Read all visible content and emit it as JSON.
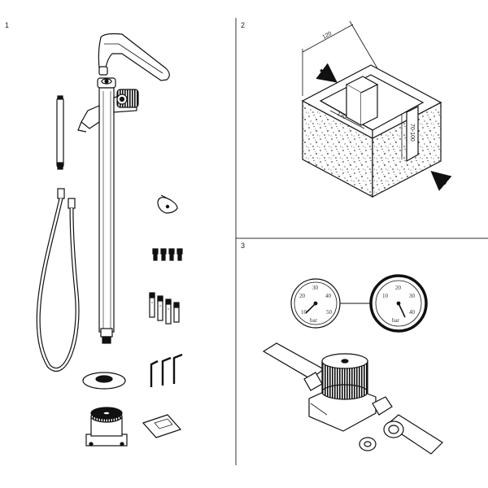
{
  "panels": [
    {
      "number": "1"
    },
    {
      "number": "2"
    },
    {
      "number": "3"
    }
  ],
  "installation_box": {
    "width_dim": "120",
    "length_dim": "130",
    "depth_dim": "70-100"
  },
  "gauges": {
    "left": {
      "ticks": [
        "10",
        "20",
        "30",
        "40",
        "50"
      ],
      "unit": "bar"
    },
    "right": {
      "ticks": [
        "10",
        "20",
        "30",
        "40"
      ],
      "unit": "bar"
    }
  }
}
